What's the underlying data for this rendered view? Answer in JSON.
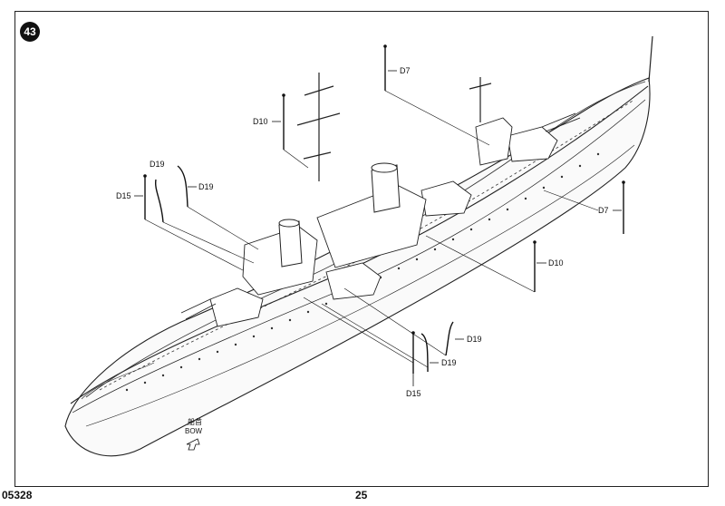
{
  "step": {
    "number": "43"
  },
  "footer": {
    "product_code": "05328",
    "page_number": "25"
  },
  "bow": {
    "chinese": "船首",
    "english": "BOW"
  },
  "parts": {
    "d7_top": "D7",
    "d7_right": "D7",
    "d10_top": "D10",
    "d10_right": "D10",
    "d19_a": "D19",
    "d19_b": "D19",
    "d15_left": "D15",
    "d19_c": "D19",
    "d19_d": "D19",
    "d15_bottom": "D15"
  }
}
